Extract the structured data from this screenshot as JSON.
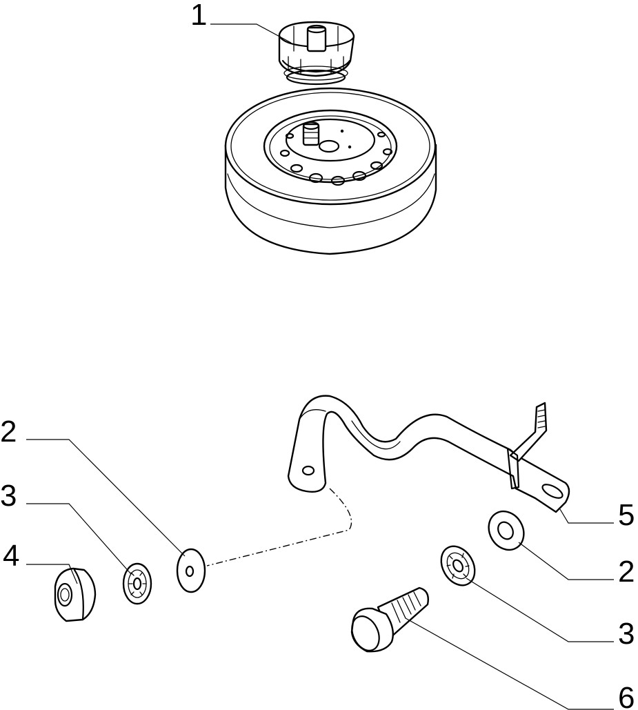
{
  "callouts": {
    "c1": "1",
    "c2a": "2",
    "c3a": "3",
    "c4": "4",
    "c5": "5",
    "c2b": "2",
    "c3b": "3",
    "c6": "6"
  },
  "colors": {
    "ink": "#000000",
    "paper": "#ffffff"
  }
}
